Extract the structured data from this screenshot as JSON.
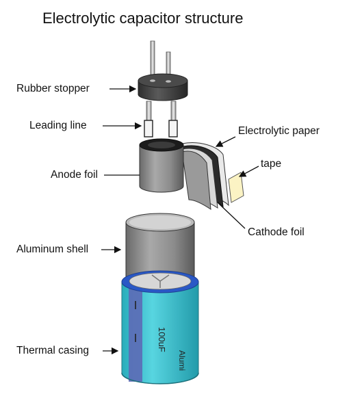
{
  "diagram": {
    "title": "Electrolytic capacitor structure",
    "labels": {
      "rubber_stopper": "Rubber stopper",
      "leading_line": "Leading line",
      "electrolytic_paper": "Electrolytic paper",
      "tape": "tape",
      "anode_foil": "Anode foil",
      "cathode_foil": "Cathode foil",
      "aluminum_shell": "Aluminum shell",
      "thermal_casing": "Thermal casing"
    },
    "casing_print": {
      "capacitance": "100uF",
      "brand": "Alumi"
    }
  }
}
